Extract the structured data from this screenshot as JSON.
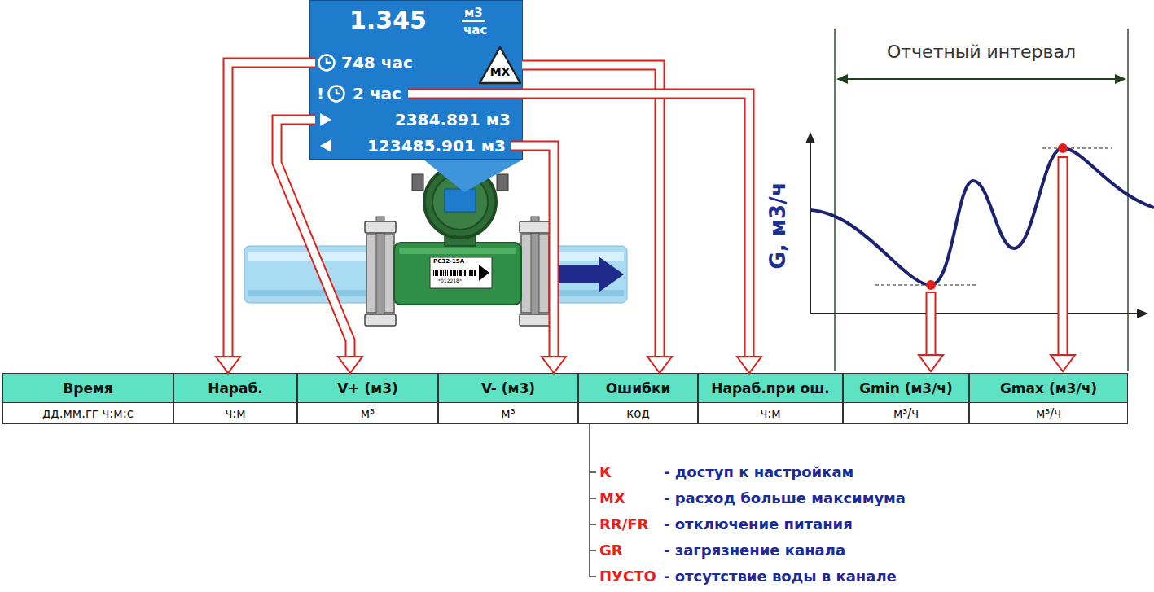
{
  "diagram": {
    "nodes": [
      {
        "text": [
          "1.345",
          "м3",
          "час"
        ]
      },
      {
        "text": [
          "748 час"
        ],
        "in": 0
      },
      {
        "text": [
          "!",
          "2 час"
        ],
        "in": 0
      },
      {
        "text": [
          "2384.891 м3"
        ],
        "in": 0
      },
      {
        "text": [
          "123485.901 м3"
        ],
        "in": 0
      },
      {
        "text": [
          "MX"
        ],
        "in": 0
      },
      {
        "text": [
          "Время"
        ]
      },
      {
        "text": [
          "Нараб."
        ]
      },
      {
        "text": [
          "V+ (м3)"
        ]
      },
      {
        "text": [
          "V- (м3)"
        ]
      },
      {
        "text": [
          "Ошибки"
        ]
      },
      {
        "text": [
          "Нараб.при ош."
        ]
      },
      {
        "text": [
          "Gmin (м3/ч)"
        ]
      },
      {
        "text": [
          "Gmax (м3/ч)"
        ]
      },
      {
        "text": [
          "дд.мм.гг ч:м:с"
        ]
      },
      {
        "text": [
          "ч:м"
        ]
      },
      {
        "text": [
          "м³"
        ]
      },
      {
        "text": [
          "м³"
        ]
      },
      {
        "text": [
          "код"
        ]
      },
      {
        "text": [
          "ч:м"
        ]
      },
      {
        "text": [
          "м³/ч"
        ]
      },
      {
        "text": [
          "м³/ч"
        ]
      }
    ],
    "edges": [
      {
        "from": 1,
        "to": 7,
        "arrow": "to"
      },
      {
        "from": 3,
        "to": 8,
        "arrow": "to"
      },
      {
        "from": 4,
        "to": 9,
        "arrow": "to"
      },
      {
        "from": 5,
        "to": 10,
        "arrow": "to"
      },
      {
        "from": 2,
        "to": 11,
        "arrow": "to"
      }
    ],
    "labels": [
      "Отчетный интервал",
      "G, м3/ч",
      "PC32-15A",
      "*012218*",
      "К",
      "- доступ к настройкам",
      "MX",
      "- расход больше максимума",
      "RR/FR",
      "- отключение питания",
      "GR",
      "- загрязнение канала",
      "ПУСТО",
      "- отсутствие воды в канале"
    ]
  }
}
